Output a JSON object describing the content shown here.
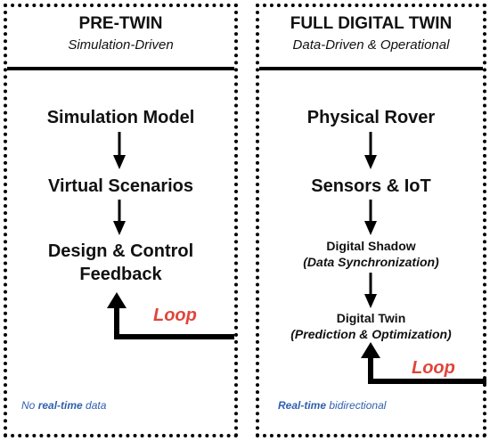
{
  "left": {
    "title": "PRE-TWIN",
    "subtitle": "Simulation-Driven",
    "nodes": [
      "Simulation Model",
      "Virtual Scenarios",
      "Design & Control",
      "Feedback"
    ],
    "loop": "Loop",
    "note": {
      "before": "No ",
      "emph": "real-time",
      "after": " data"
    }
  },
  "right": {
    "title": "FULL DIGITAL TWIN",
    "subtitle": "Data-Driven & Operational",
    "nodes": [
      {
        "title": "Physical Rover"
      },
      {
        "title": "Sensors & IoT"
      },
      {
        "title": "Digital Shadow",
        "sub": "(Data Synchronization)"
      },
      {
        "title": "Digital Twin",
        "sub": "(Prediction & Optimization)"
      }
    ],
    "loop": "Loop",
    "note": {
      "emph": "Real-time",
      "after": " bidirectional"
    }
  },
  "colors": {
    "loop": "#e0453a",
    "note": "#2f5fae",
    "stroke": "#000000"
  }
}
